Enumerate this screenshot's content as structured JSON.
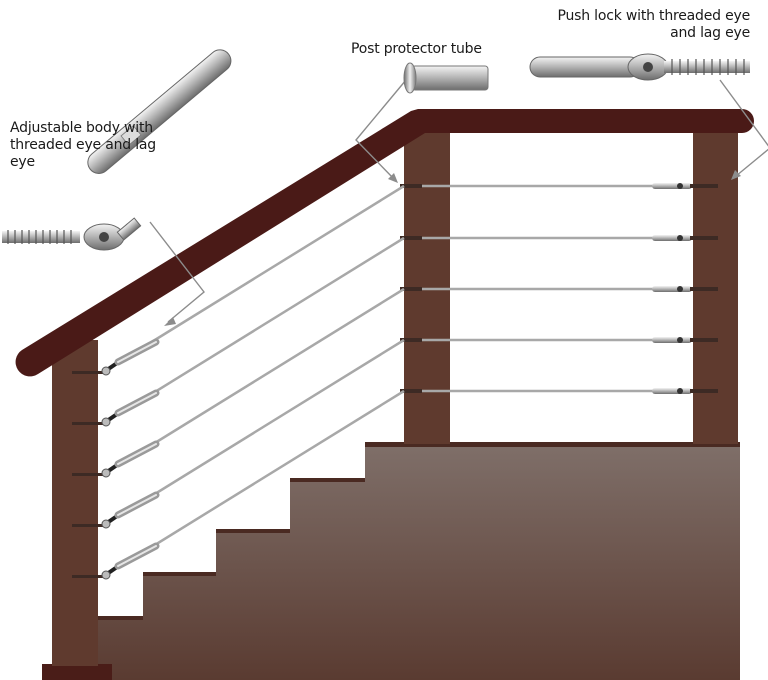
{
  "callouts": {
    "adjustable_body": "Adjustable body with threaded eye and lag eye",
    "post_protector": "Post protector tube",
    "push_lock": "Push lock with threaded eye and lag eye"
  },
  "colors": {
    "rail": "#4a1a17",
    "post": "#5e3a2e",
    "stair_top": "#7e6e67",
    "stair_bottom": "#5a3a30",
    "cable": "#a9a9a9",
    "leader": "#8a8a8a",
    "steel": "#c8c8c8"
  },
  "icons": {
    "adjustable_body": "turnbuckle-lag-eye-icon",
    "post_protector": "post-protector-tube-icon",
    "push_lock": "push-lock-lag-eye-icon"
  }
}
